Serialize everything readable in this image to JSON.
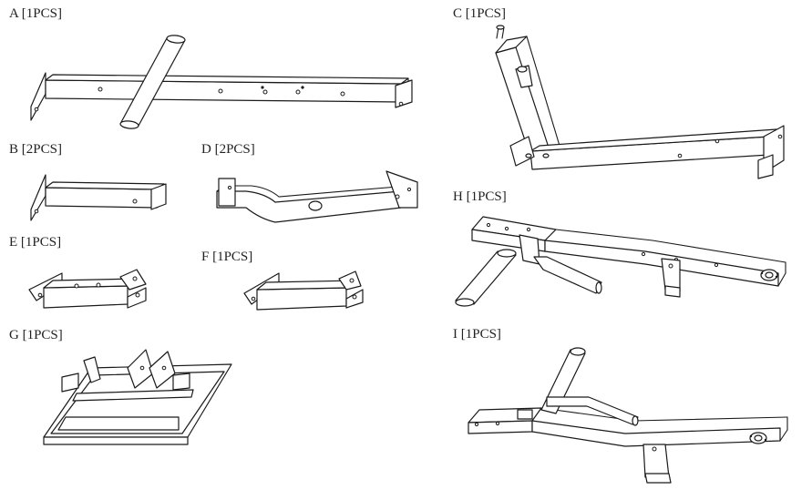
{
  "parts": [
    {
      "id": "A",
      "qty": "[1PCS]"
    },
    {
      "id": "B",
      "qty": "[2PCS]"
    },
    {
      "id": "C",
      "qty": "[1PCS]"
    },
    {
      "id": "D",
      "qty": "[2PCS]"
    },
    {
      "id": "E",
      "qty": "[1PCS]"
    },
    {
      "id": "F",
      "qty": "[1PCS]"
    },
    {
      "id": "G",
      "qty": "[1PCS]"
    },
    {
      "id": "H",
      "qty": "[1PCS]"
    },
    {
      "id": "I",
      "qty": "[1PCS]"
    }
  ]
}
